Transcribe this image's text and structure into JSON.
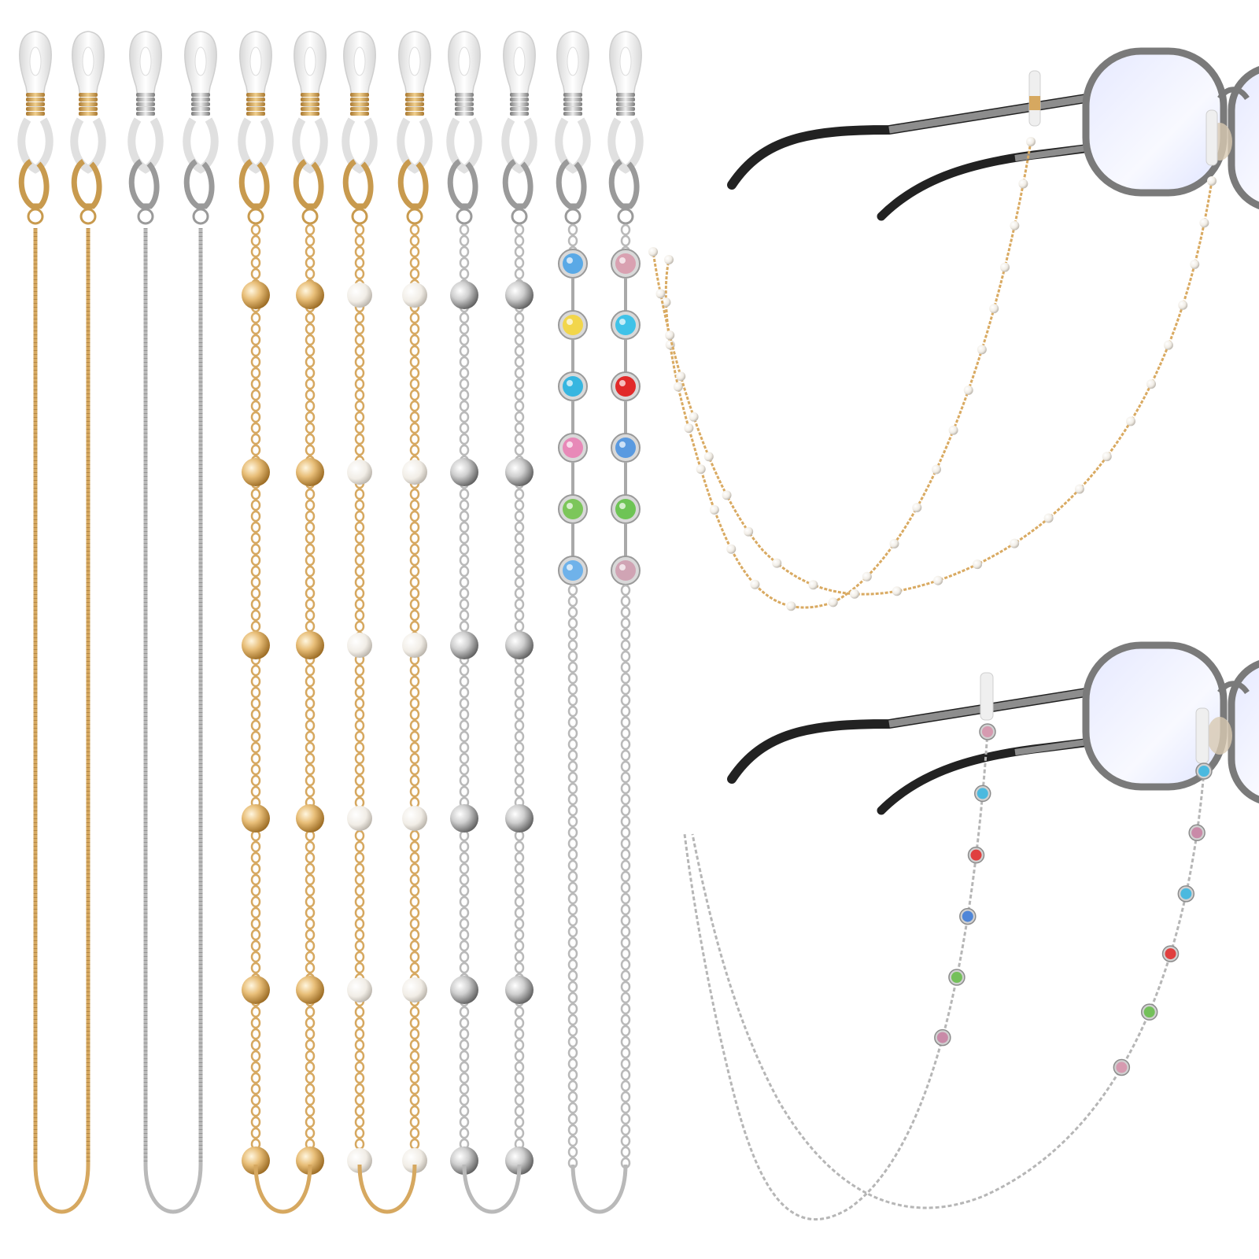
{
  "product": {
    "background": "#ffffff",
    "colors": {
      "gold": "#e0b46a",
      "gold_dark": "#a8782e",
      "silver": "#c8c8c8",
      "silver_dark": "#6f6f6f",
      "pearl": "#f4f1ec",
      "silicone": "#eeeeee",
      "frame_metal": "#8a8a8a",
      "temple_tip": "#1a1a1a",
      "lens_tint": "#dde4ff"
    },
    "chains": [
      {
        "style": "snake",
        "metal": "gold"
      },
      {
        "style": "snake",
        "metal": "silver"
      },
      {
        "style": "beaded-ball",
        "metal": "gold",
        "bead": "gold"
      },
      {
        "style": "beaded-pearl",
        "metal": "gold",
        "bead": "pearl"
      },
      {
        "style": "beaded-ball",
        "metal": "silver",
        "bead": "silver"
      },
      {
        "style": "crystal-link",
        "metal": "silver",
        "crystals_left": [
          "#5aa9e6",
          "#f2d64b",
          "#37b6e0",
          "#e889b8",
          "#7cc65a",
          "#6fb2ea"
        ],
        "crystals_right": [
          "#d9a1b1",
          "#3fc2e8",
          "#e12a2a",
          "#5a9ae0",
          "#6ec455",
          "#d0a4b4"
        ]
      }
    ],
    "crystal_palette": [
      "#d69ab0",
      "#4bb9df",
      "#e0403f",
      "#4f86d8",
      "#74c05a",
      "#c98aa8"
    ]
  }
}
